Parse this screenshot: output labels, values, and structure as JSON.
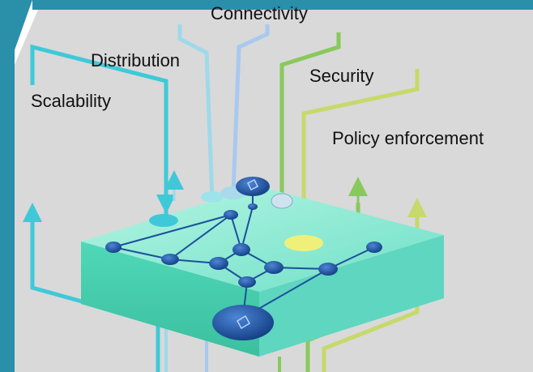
{
  "labels": {
    "connectivity": "Connectivity",
    "distribution": "Distribution",
    "security": "Security",
    "scalability": "Scalability",
    "policy": "Policy enforcement"
  },
  "colors": {
    "background": "#d9d9d9",
    "side_bar": "#2a8fa8",
    "platform_top": "#9ff0d8",
    "scalability": "#3fc9d8",
    "distribution": "#9fd9ea",
    "connectivity": "#a9c9ef",
    "security": "#88c95c",
    "policy": "#c6d96a",
    "node": "#1c4f9c"
  }
}
